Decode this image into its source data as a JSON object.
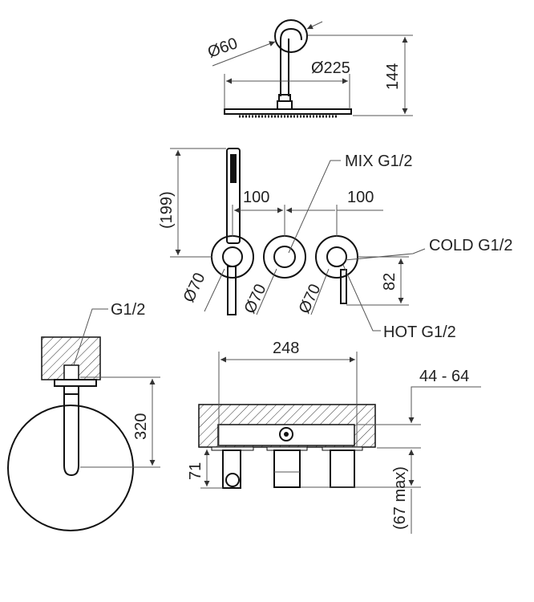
{
  "shower_head": {
    "flange_diameter": "Ø60",
    "head_diameter": "Ø225",
    "height": "144"
  },
  "mixer": {
    "hand_shower_height": "(199)",
    "spacing_1": "100",
    "spacing_2": "100",
    "mix_label": "MIX G1/2",
    "cold_label": "COLD G1/2",
    "hot_label": "HOT G1/2",
    "rosette_1": "Ø70",
    "rosette_2": "Ø70",
    "rosette_3": "Ø70",
    "offset": "82"
  },
  "spout_side": {
    "connection": "G1/2",
    "height": "320"
  },
  "section": {
    "width": "248",
    "wall_depth": "44 - 64",
    "projection": "71",
    "max_projection": "(67 max)"
  }
}
